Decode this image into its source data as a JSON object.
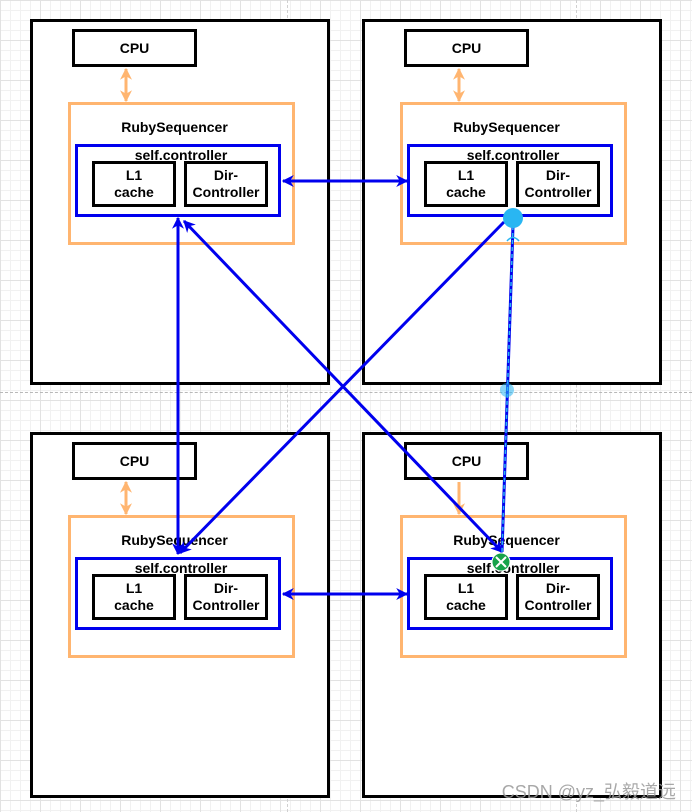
{
  "nodes": [
    {
      "cpu": "CPU",
      "sequencer": "RubySequencer",
      "controller": "self.controller",
      "l1": "L1\ncache",
      "dir": "Dir-\nController"
    },
    {
      "cpu": "CPU",
      "sequencer": "RubySequencer",
      "controller": "self.controller",
      "l1": "L1\ncache",
      "dir": "Dir-\nController"
    },
    {
      "cpu": "CPU",
      "sequencer": "RubySequencer",
      "controller": "self.controller",
      "l1": "L1\ncache",
      "dir": "Dir-\nController"
    },
    {
      "cpu": "CPU",
      "sequencer": "RubySequencer",
      "controller": "self.controller",
      "l1": "L1\ncache",
      "dir": "Dir-\nController"
    }
  ],
  "colors": {
    "cpu_link": "#ffb570",
    "controller_link": "#0000ee",
    "connection_handle": "#29b6f2",
    "selection_handle": "#17a34a"
  },
  "watermark": "CSDN @yz_弘毅道远"
}
